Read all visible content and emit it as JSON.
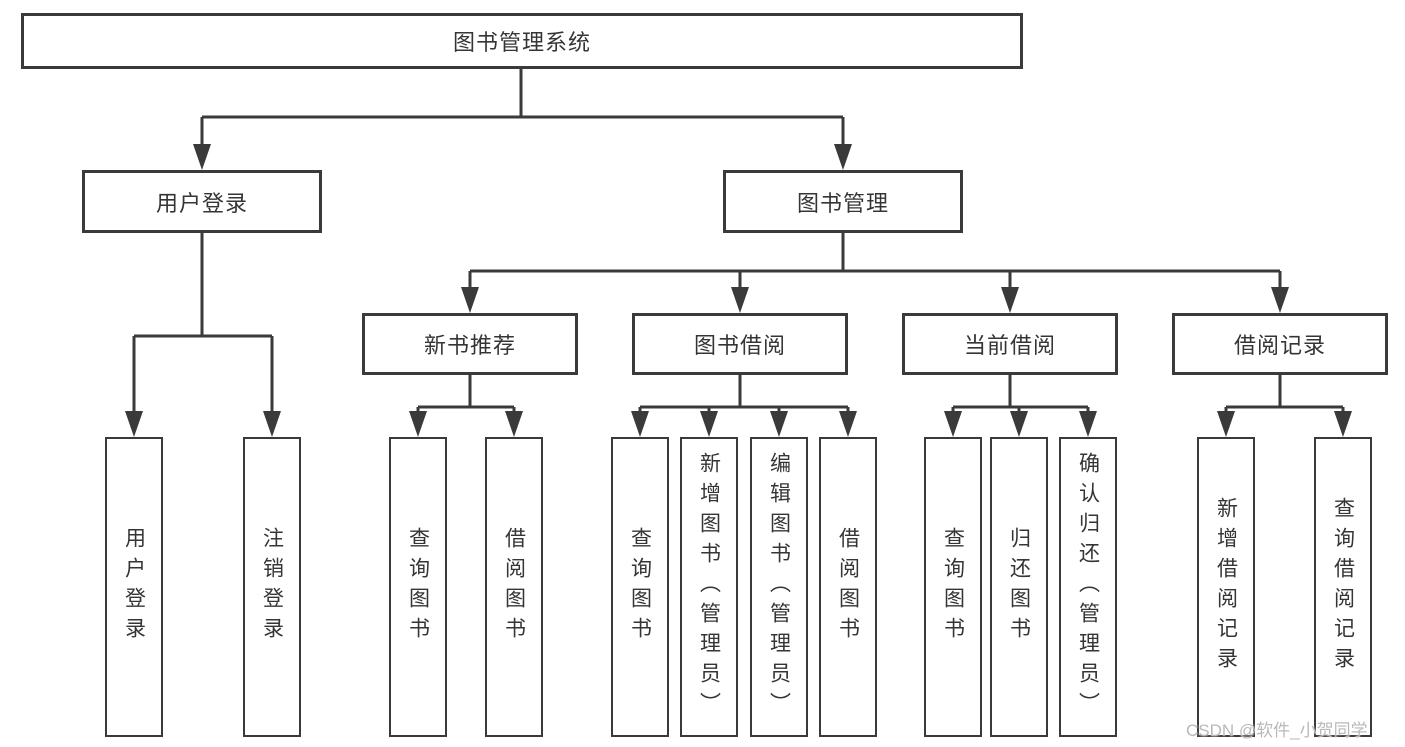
{
  "diagram": {
    "root": "图书管理系统",
    "level2": [
      {
        "label": "用户登录",
        "children": [
          "用户登录",
          "注销登录"
        ]
      },
      {
        "label": "图书管理"
      }
    ],
    "level3": [
      {
        "label": "新书推荐",
        "children": [
          "查询图书",
          "借阅图书"
        ]
      },
      {
        "label": "图书借阅",
        "children": [
          "查询图书",
          "新增图书（管理员）",
          "编辑图书（管理员）",
          "借阅图书"
        ]
      },
      {
        "label": "当前借阅",
        "children": [
          "查询图书",
          "归还图书",
          "确认归还（管理员）"
        ]
      },
      {
        "label": "借阅记录",
        "children": [
          "新增借阅记录",
          "查询借阅记录"
        ]
      }
    ]
  },
  "watermark": {
    "text": "CSDN @软件_小贺同学",
    "color": "#b9b9b9"
  },
  "colors": {
    "line": "#3a3a3a",
    "text": "#353535",
    "background": "#ffffff"
  }
}
